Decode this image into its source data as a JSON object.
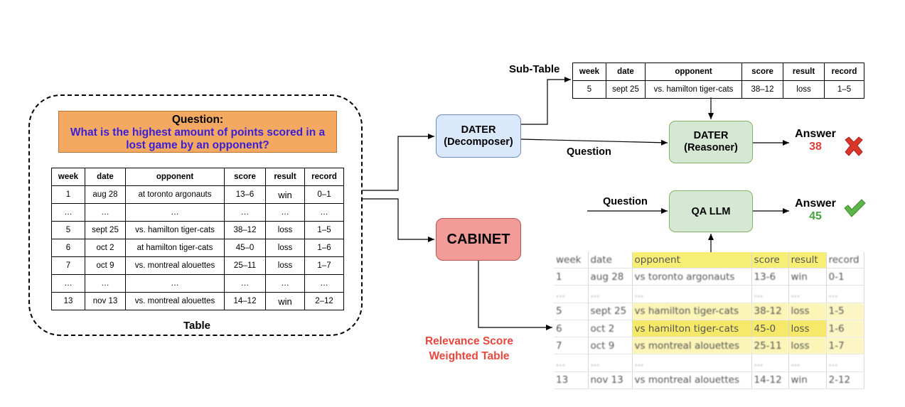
{
  "table_panel": {
    "question_title": "Question:",
    "question_text": "What is the highest amount of points scored in a lost game by an opponent?",
    "caption": "Table",
    "columns": [
      "week",
      "date",
      "opponent",
      "score",
      "result",
      "record"
    ],
    "rows": [
      [
        "1",
        "aug 28",
        "at toronto argonauts",
        "13–6",
        "win",
        "0–1"
      ],
      [
        "…",
        "…",
        "…",
        "…",
        "…",
        "…"
      ],
      [
        "5",
        "sept 25",
        "vs. hamilton tiger-cats",
        "38–12",
        "loss",
        "1–5"
      ],
      [
        "6",
        "oct 2",
        "at hamilton tiger-cats",
        "45–0",
        "loss",
        "1–6"
      ],
      [
        "7",
        "oct 9",
        "vs. montreal alouettes",
        "25–11",
        "loss",
        "1–7"
      ],
      [
        "…",
        "…",
        "…",
        "…",
        "…",
        "…"
      ],
      [
        "13",
        "nov 13",
        "vs. montreal alouettes",
        "14–12",
        "win",
        "2–12"
      ]
    ]
  },
  "sub_table": {
    "label": "Sub-Table",
    "columns": [
      "week",
      "date",
      "opponent",
      "score",
      "result",
      "record"
    ],
    "row": [
      "5",
      "sept 25",
      "vs. hamilton tiger-cats",
      "38–12",
      "loss",
      "1–5"
    ]
  },
  "nodes": {
    "dater_decomposer": [
      "DATER",
      "(Decomposer)"
    ],
    "dater_reasoner": [
      "DATER",
      "(Reasoner)"
    ],
    "qa_llm": "QA LLM",
    "cabinet": "CABINET"
  },
  "edge_labels": {
    "question_top": "Question",
    "question_bottom": "Question",
    "relevance": [
      "Relevance Score",
      "Weighted Table"
    ]
  },
  "answers": {
    "dater": {
      "label": "Answer",
      "value": "38",
      "status": "wrong",
      "icon": "red-cross-icon",
      "color": "#e0403a"
    },
    "cabinet": {
      "label": "Answer",
      "value": "45",
      "status": "correct",
      "icon": "green-check-icon",
      "color": "#44a53c"
    }
  },
  "weighted_table": {
    "columns": [
      "week",
      "date",
      "opponent",
      "score",
      "result",
      "record"
    ],
    "rows": [
      [
        "1",
        "aug 28",
        "vs toronto argonauts",
        "13-6",
        "win",
        "0-1"
      ],
      [
        "...",
        "...",
        "...",
        "...",
        "...",
        "..."
      ],
      [
        "5",
        "sept 25",
        "vs hamilton tiger-cats",
        "38-12",
        "loss",
        "1-5"
      ],
      [
        "6",
        "oct 2",
        "vs hamilton tiger-cats",
        "45-0",
        "loss",
        "1-6"
      ],
      [
        "7",
        "oct 9",
        "vs montreal alouettes",
        "25-11",
        "loss",
        "1-7"
      ],
      [
        "...",
        "...",
        "...",
        "...",
        "...",
        "..."
      ],
      [
        "13",
        "nov 13",
        "vs montreal alouettes",
        "14-12",
        "win",
        "2-12"
      ]
    ]
  }
}
